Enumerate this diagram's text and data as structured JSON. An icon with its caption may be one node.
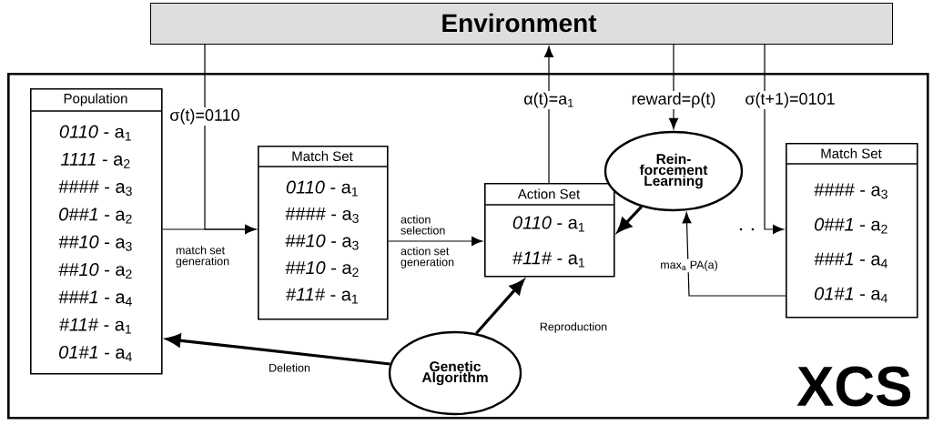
{
  "diagram": {
    "nodes": [
      {
        "text": [
          "Environment"
        ]
      },
      {
        "text": [
          "XCS"
        ]
      },
      {
        "text": [
          "Population",
          "*0110* - a$_{1}$",
          "*1111* - a$_{2}$",
          "*####* - a$_{3}$",
          "*0##1* - a$_{2}$",
          "*##10* - a$_{3}$",
          "*##10* - a$_{2}$",
          "*###1* - a$_{4}$",
          "*#11#* - a$_{1}$",
          "*01#1* - a$_{4}$"
        ],
        "in": 1
      },
      {
        "text": [
          "Match Set",
          "*0110* - a$_{1}$",
          "*####* - a$_{3}$",
          "*##10* - a$_{3}$",
          "*##10* - a$_{2}$",
          "*#11#* - a$_{1}$"
        ],
        "in": 1
      },
      {
        "text": [
          "Action Set",
          "*0110* - a$_{1}$",
          "*#11#* - a$_{1}$"
        ],
        "in": 1
      },
      {
        "text": [
          "Rein- forcement Learning"
        ],
        "in": 1
      },
      {
        "text": [
          "Match Set",
          "*####* - a$_{3}$",
          "*0##1* - a$_{2}$",
          "*###1* - a$_{4}$",
          "*01#1* - a$_{4}$"
        ],
        "in": 1
      },
      {
        "text": [
          "Genetic Algorithm"
        ],
        "in": 1
      }
    ],
    "edges": [
      {
        "from": 0,
        "to": 3,
        "arrow": "to",
        "label": "σ(t)=0110"
      },
      {
        "from": 2,
        "to": 3,
        "arrow": "to",
        "label": "match set generation"
      },
      {
        "from": 3,
        "to": 4,
        "arrow": "to",
        "label": "action selection"
      },
      {
        "from": 4,
        "to": 0,
        "arrow": "to",
        "label": "α(t)=a$_{1}$"
      },
      {
        "from": 0,
        "to": 5,
        "arrow": "to",
        "label": "reward=ρ(t)"
      },
      {
        "from": 5,
        "to": 4,
        "arrow": "to",
        "style": "thick"
      },
      {
        "from": 0,
        "to": 6,
        "arrow": "to",
        "label": "σ(t+1)=0101"
      },
      {
        "from": 6,
        "to": 5,
        "arrow": "to",
        "label": "max$_{a}$ PA(a)"
      },
      {
        "from": 7,
        "to": 2,
        "arrow": "to",
        "style": "thick",
        "label": "Deletion"
      },
      {
        "from": 7,
        "to": 4,
        "arrow": "to",
        "style": "thick",
        "label": "Reproduction"
      }
    ],
    "labels": [
      "action set generation"
    ]
  }
}
